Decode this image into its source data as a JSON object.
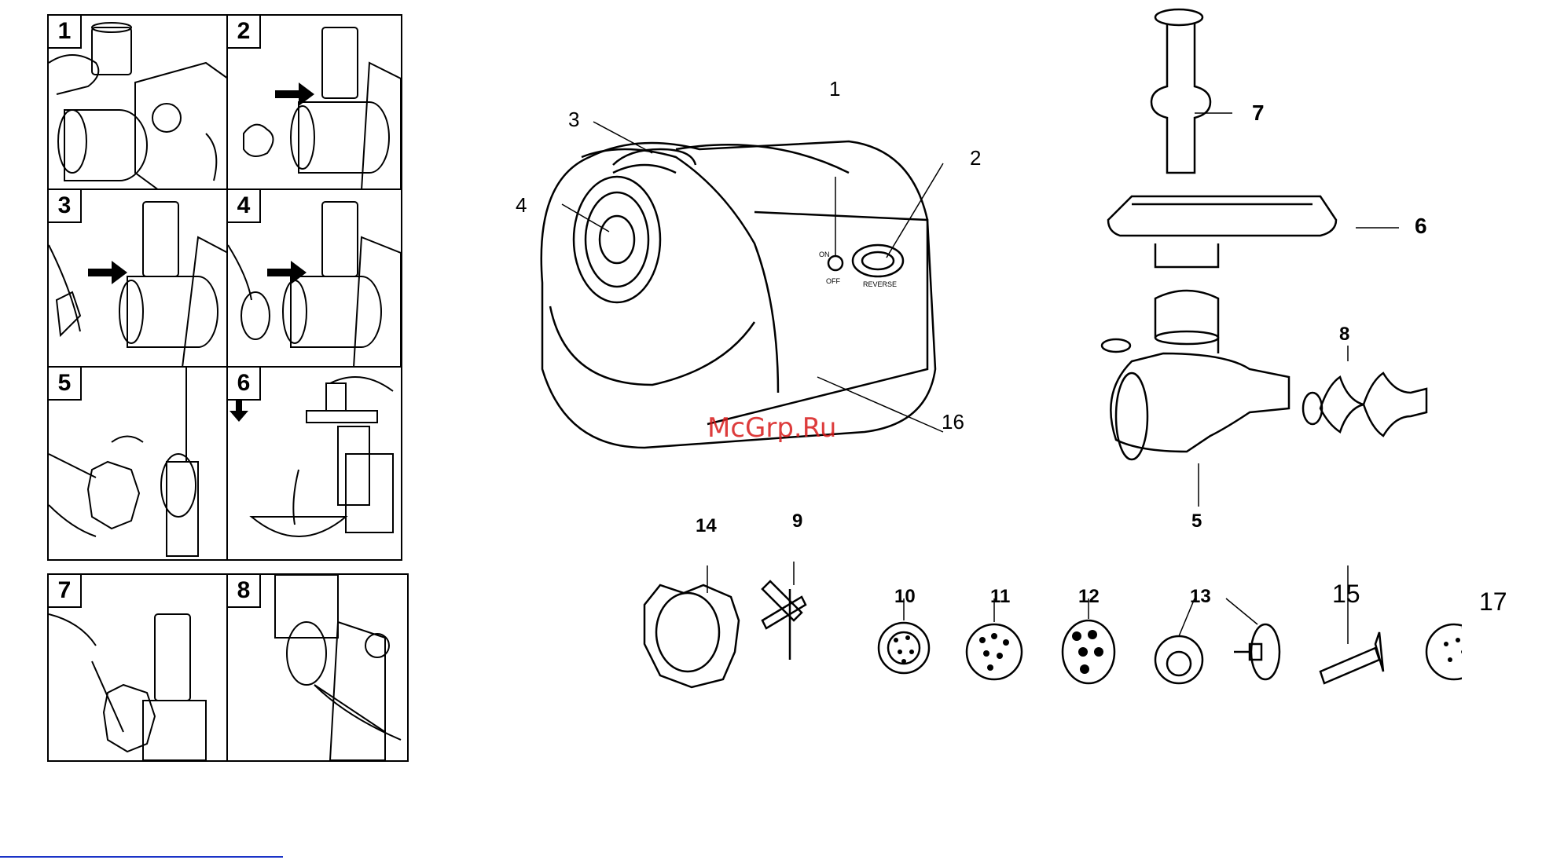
{
  "steps": [
    {
      "number": "1"
    },
    {
      "number": "2"
    },
    {
      "number": "3"
    },
    {
      "number": "4"
    },
    {
      "number": "5"
    },
    {
      "number": "6"
    },
    {
      "number": "7"
    },
    {
      "number": "8"
    }
  ],
  "switch_labels": {
    "on": "ON",
    "off": "OFF",
    "reverse": "REVERSE"
  },
  "callouts": {
    "c1": "1",
    "c2": "2",
    "c3": "3",
    "c4": "4",
    "c5": "5",
    "c6": "6",
    "c7": "7",
    "c8": "8",
    "c9": "9",
    "c10": "10",
    "c11": "11",
    "c12": "12",
    "c13": "13",
    "c14": "14",
    "c15": "15",
    "c16": "16",
    "c17": "17"
  },
  "watermark": "McGrp.Ru"
}
